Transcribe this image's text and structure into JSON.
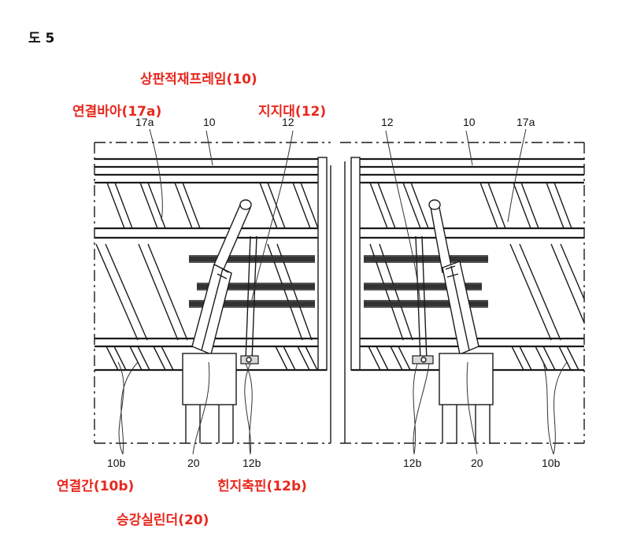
{
  "figure": {
    "label": "도 5"
  },
  "annotations": {
    "upper_frame": "상판적재프레임(10)",
    "connecting_via": "연결바아(17a)",
    "support": "지지대(12)",
    "connecting_rod": "연결간(10b)",
    "hinge_pin": "힌지축핀(12b)",
    "lift_cylinder": "승강실린더(20)"
  },
  "callouts": {
    "left": {
      "c17a": "17a",
      "c10": "10",
      "c12": "12",
      "c10b": "10b",
      "c20": "20",
      "c12b": "12b"
    },
    "right": {
      "c12": "12",
      "c10": "10",
      "c17a": "17a",
      "c12b": "12b",
      "c20": "20",
      "c10b": "10b"
    }
  }
}
